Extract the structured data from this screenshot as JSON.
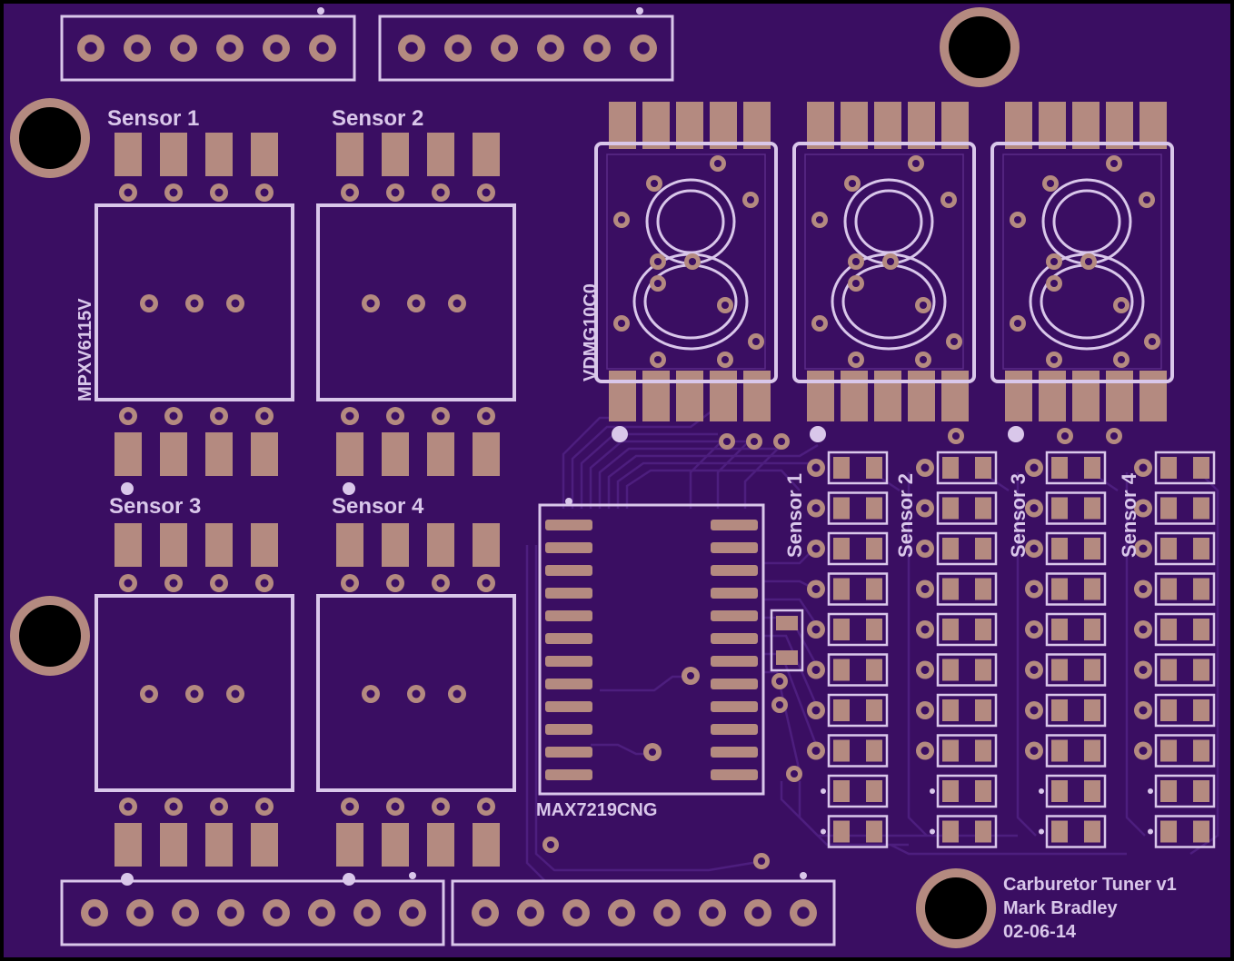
{
  "board": {
    "colors": {
      "background": "#000000",
      "pcb": "#3a0e62",
      "trace": "#4a1c78",
      "pad": "#b48a80",
      "silkscreen": "#d9c7ea",
      "hole": "#000000"
    }
  },
  "labels": {
    "sensor1": "Sensor 1",
    "sensor2": "Sensor 2",
    "sensor3": "Sensor 3",
    "sensor4": "Sensor 4",
    "sensor_part": "MPXV6115V",
    "display_part": "VDMG10C0",
    "driver_part": "MAX7219CNG",
    "led_group1": "Sensor 1",
    "led_group2": "Sensor 2",
    "led_group3": "Sensor 3",
    "led_group4": "Sensor 4"
  },
  "display": {
    "digits": [
      "8",
      "8",
      "8"
    ]
  },
  "credits": {
    "title": "Carburetor Tuner v1",
    "author": "Mark Bradley",
    "date": "02-06-14"
  },
  "icons": [
    "mounting-hole-icon",
    "pin-header-icon",
    "seven-segment-digit-icon",
    "ic-chip-icon",
    "smd-led-icon"
  ]
}
